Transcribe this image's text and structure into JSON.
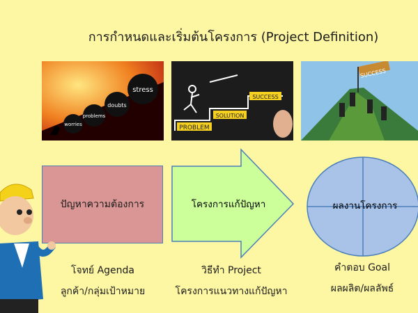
{
  "title": "การกำหนดและเริ่มต้นโครงการ  (Project Definition)",
  "images": [
    {
      "words": [
        "stress",
        "doubts",
        "problems",
        "worries"
      ]
    },
    {
      "words": [
        "PROBLEM",
        "SOLUTION",
        "SUCCESS"
      ]
    },
    {
      "words": [
        "SUCCESS"
      ]
    }
  ],
  "shapes": {
    "box": "ปัญหาความต้องการ",
    "arrow": "โครงการแก้ปัญหา",
    "circle": "ผลงานโครงการ"
  },
  "captions": [
    {
      "line1": "โจทย์ Agenda",
      "line2": "ลูกค้า/กลุ่มเป้าหมาย"
    },
    {
      "line1": "วิธีทำ Project",
      "line2": "โครงการแนวทางแก้ปัญหา"
    },
    {
      "line1": "คำตอบ Goal",
      "line2": "ผลผลิต/ผลลัพธ์"
    }
  ],
  "colors": {
    "background": "#fdf6a3",
    "box": "#d99694",
    "arrow": "#ccff99",
    "circle": "#a9c3e8",
    "outline": "#4a7ebb"
  }
}
